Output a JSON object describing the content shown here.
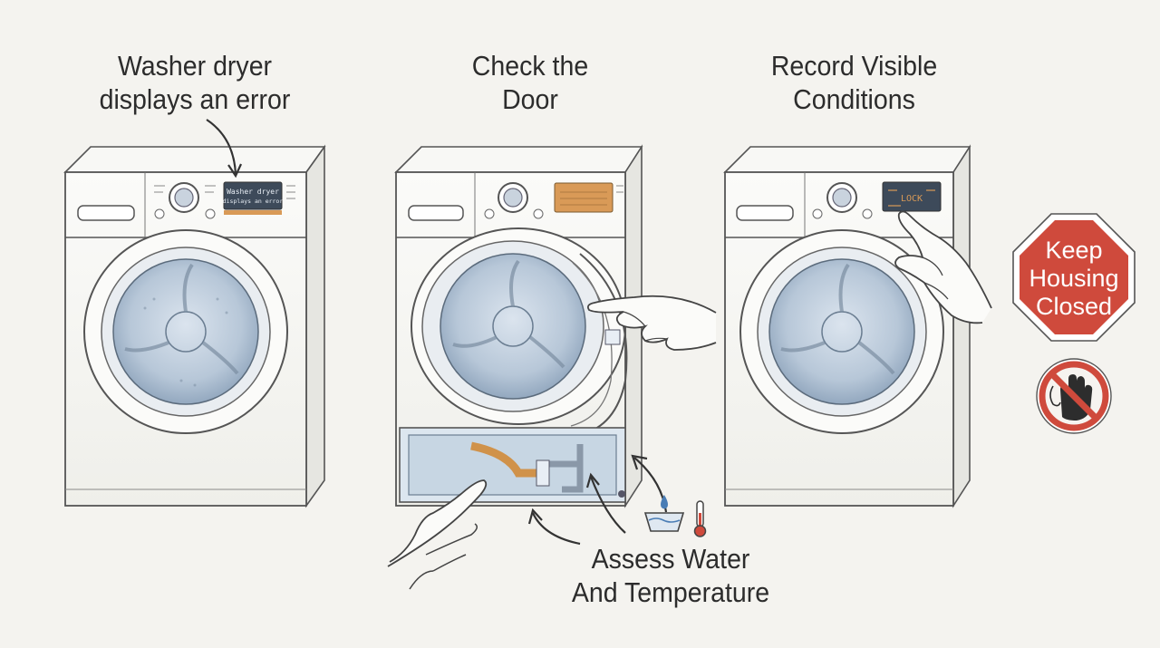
{
  "captions": {
    "step1": [
      "Washer dryer",
      "displays an error"
    ],
    "step2": [
      "Check the",
      "Door"
    ],
    "step3": [
      "Record Visible",
      "Conditions"
    ],
    "step4": [
      "Assess Water",
      "And Temperature"
    ]
  },
  "displays": {
    "error_line1": "Washer dryer",
    "error_line2": "displays an error",
    "lock": "LOCK"
  },
  "sign": {
    "lines": [
      "Keep",
      "Housing",
      "Closed"
    ],
    "color": "#cf4a3c"
  },
  "colors": {
    "line": "#555555",
    "drum": "#b9c8d8",
    "panel_amber": "#d99a57",
    "panel_dark": "#3d4a5a",
    "hose": "#d0924a"
  },
  "icons": [
    "water-basin-icon",
    "thermometer-icon",
    "no-touch-icon",
    "hand-icon"
  ]
}
